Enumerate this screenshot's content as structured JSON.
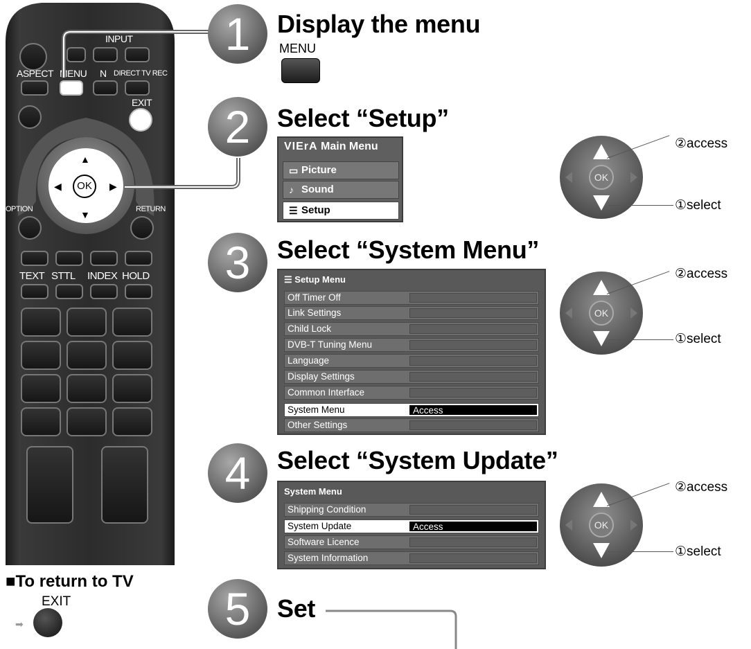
{
  "remote": {
    "labels": {
      "input": "INPUT",
      "aspect": "ASPECT",
      "menu": "MENU",
      "n": "N",
      "direct_tv_rec": "DIRECT TV REC",
      "exit": "EXIT",
      "ok": "OK",
      "option": "OPTION",
      "return": "RETURN",
      "text": "TEXT",
      "sttl": "STTL",
      "index": "INDEX",
      "hold": "HOLD"
    }
  },
  "return_to_tv": {
    "title": "To return to TV",
    "exit_label": "EXIT"
  },
  "steps": [
    {
      "number": "1",
      "title": "Display the menu",
      "button_label": "MENU"
    },
    {
      "number": "2",
      "title": "Select “Setup”"
    },
    {
      "number": "3",
      "title": "Select “System Menu”"
    },
    {
      "number": "4",
      "title": "Select “System Update”"
    },
    {
      "number": "5",
      "title": "Set"
    }
  ],
  "main_menu": {
    "brand": "VIErA",
    "title": "Main Menu",
    "items": [
      "Picture",
      "Sound",
      "Setup"
    ],
    "selected": "Setup"
  },
  "setup_menu": {
    "title": "Setup Menu",
    "items": [
      "Off Timer Off",
      "Link Settings",
      "Child Lock",
      "DVB-T Tuning Menu",
      "Language",
      "Display Settings",
      "Common Interface",
      "System Menu",
      "Other Settings"
    ],
    "selected_value": "Access"
  },
  "system_menu": {
    "title": "System Menu",
    "items": [
      "Shipping Condition",
      "System Update",
      "Software Licence",
      "System Information"
    ],
    "selected_value": "Access"
  },
  "dpad": {
    "ok": "OK",
    "access": "②access",
    "select": "①select"
  }
}
